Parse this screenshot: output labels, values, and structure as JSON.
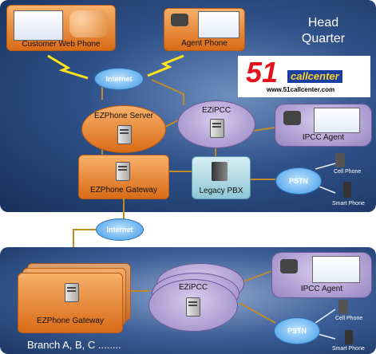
{
  "head_quarter": {
    "title_line1": "Head",
    "title_line2": "Quarter",
    "customer_web_phone": "Customer Web Phone",
    "agent_phone": "Agent Phone",
    "internet": "Internet",
    "logo_51": "51",
    "logo_callcenter": "callcenter",
    "logo_url": "www.51callcenter.com",
    "ezphone_server": "EZPhone Server",
    "ezipcc": "EZiPCC",
    "ipcc_agent": "IPCC Agent",
    "ezphone_gateway": "EZPhone Gateway",
    "legacy_pbx": "Legacy PBX",
    "pstn": "PSTN",
    "cell_phone": "Cell Phone",
    "smart_phone": "Smart Phone"
  },
  "middle": {
    "internet": "Internet"
  },
  "branch": {
    "ezphone_gateway": "EZPhone Gateway",
    "ezipcc": "EZiPCC",
    "ipcc_agent": "IPCC Agent",
    "pstn": "PSTN",
    "cell_phone": "Cell Phone",
    "smart_phone": "Smart Phone",
    "caption": "Branch A, B, C ........"
  },
  "colors": {
    "logo_red": "#e0141a",
    "logo_blue": "#1a3fa0",
    "orange_box": "#e2782a",
    "purple_box": "#a999cf"
  }
}
